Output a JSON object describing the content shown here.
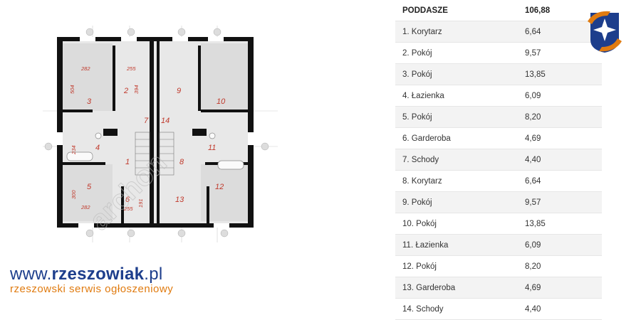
{
  "table": {
    "header": {
      "name": "PODDASZE",
      "value": "106,88"
    },
    "rows": [
      {
        "name": "1. Korytarz",
        "value": "6,64"
      },
      {
        "name": "2. Pokój",
        "value": "9,57"
      },
      {
        "name": "3. Pokój",
        "value": "13,85"
      },
      {
        "name": "4. Łazienka",
        "value": "6,09"
      },
      {
        "name": "5. Pokój",
        "value": "8,20"
      },
      {
        "name": "6. Garderoba",
        "value": "4,69"
      },
      {
        "name": "7. Schody",
        "value": "4,40"
      },
      {
        "name": "8. Korytarz",
        "value": "6,64"
      },
      {
        "name": "9. Pokój",
        "value": "9,57"
      },
      {
        "name": "10. Pokój",
        "value": "13,85"
      },
      {
        "name": "11. Łazienka",
        "value": "6,09"
      },
      {
        "name": "12. Pokój",
        "value": "8,20"
      },
      {
        "name": "13. Garderoba",
        "value": "4,69"
      },
      {
        "name": "14. Schody",
        "value": "4,40"
      }
    ]
  },
  "plan": {
    "rooms": [
      "3",
      "2",
      "9",
      "10",
      "7",
      "14",
      "4",
      "11",
      "1",
      "8",
      "5",
      "6",
      "13",
      "12"
    ],
    "dims": [
      "282",
      "255",
      "504",
      "394",
      "234",
      "300",
      "282",
      "255",
      "191"
    ],
    "watermark": "archon"
  },
  "brand": {
    "url_prefix": "www.",
    "url_name": "rzeszowiak",
    "url_suffix": ".pl",
    "tagline": "rzeszowski serwis ogłoszeniowy"
  },
  "colors": {
    "brand_blue": "#1d3e8c",
    "brand_orange": "#e07b10",
    "room_label": "#c0392b"
  }
}
